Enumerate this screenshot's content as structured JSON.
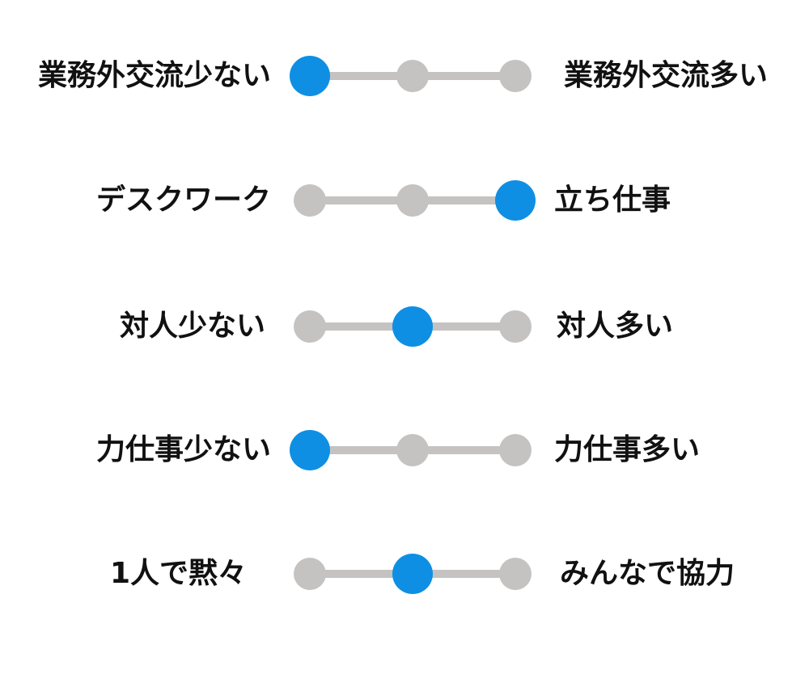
{
  "colors": {
    "selected": "#0e8fe3",
    "unselected": "#c4c3c2",
    "label_text": "#111111"
  },
  "scales": [
    {
      "left_label": "業務外交流少ない",
      "right_label": "業務外交流多い",
      "selected_index": 0
    },
    {
      "left_label": "デスクワーク",
      "right_label": "立ち仕事",
      "selected_index": 2
    },
    {
      "left_label": "対人少ない",
      "right_label": "対人多い",
      "selected_index": 1
    },
    {
      "left_label": "力仕事少ない",
      "right_label": "力仕事多い",
      "selected_index": 0
    },
    {
      "left_label": "1人で黙々",
      "right_label": "みんなで協力",
      "selected_index": 1
    }
  ]
}
